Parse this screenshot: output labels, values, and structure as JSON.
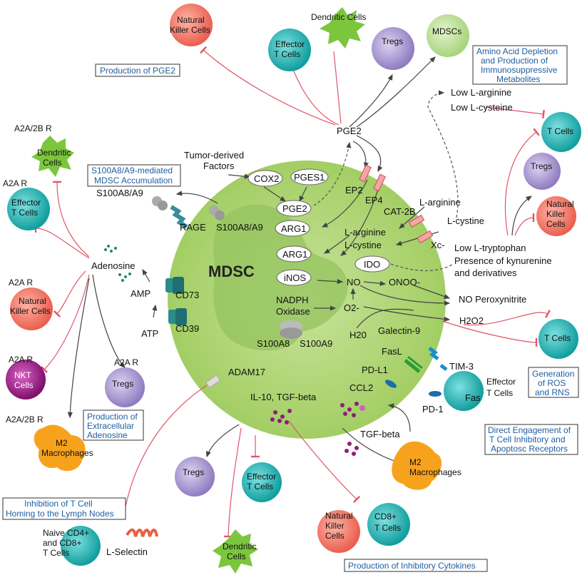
{
  "center": {
    "title": "MDSC"
  },
  "captions": {
    "pge2": "Production of PGE2",
    "amino_1": "Amino Acid Depletion",
    "amino_2": "and Production of",
    "amino_3": "Immunosuppressive",
    "amino_4": "Metabolites",
    "s100_1": "S100A8/A9-mediated",
    "s100_2": "MDSC Accumulation",
    "adenosine_1": "Production of",
    "adenosine_2": "Extracellular",
    "adenosine_3": "Adenosine",
    "homing_1": "Inhibition of T Cell",
    "homing_2": "Homing to the Lymph Nodes",
    "ros_1": "Generation",
    "ros_2": "of ROS",
    "ros_3": "and RNS",
    "direct_1": "Direct Engagement of",
    "direct_2": "T Cell Inhibitory and",
    "direct_3": "Apoptosc Receptors",
    "cytokines": "Production of Inhibitory Cytokines"
  },
  "cells": {
    "nk_top": [
      "Natural",
      "Killer Cells"
    ],
    "dc_top": [
      "Dendritic Cells"
    ],
    "eff_top": [
      "Effector",
      "T Cells"
    ],
    "tregs_top": [
      "Tregs"
    ],
    "mdscs_top": [
      "MDSCs"
    ],
    "tcells_right": [
      "T Cells"
    ],
    "tregs_right": [
      "Tregs"
    ],
    "nk_right": [
      "Natural",
      "Killer",
      "Cells"
    ],
    "tcells_ros": [
      "T Cells"
    ],
    "eff_right": [
      "Effector",
      "T Cells"
    ],
    "m2_right": [
      "M2",
      "Macrophages"
    ],
    "cd8": [
      "CD8+",
      "T Cells"
    ],
    "nk_bottom": [
      "Natural",
      "Killer",
      "Cells"
    ],
    "dc_bottom": [
      "Dendritic",
      "Cells"
    ],
    "eff_bottom": [
      "Effector",
      "T Cells"
    ],
    "tregs_bottom": [
      "Tregs"
    ],
    "naive": [
      "Naive CD4+",
      "and CD8+",
      "T Cells"
    ],
    "m2_left": [
      "M2",
      "Macrophages"
    ],
    "tregs_left": [
      "Tregs"
    ],
    "nkt": [
      "NKT",
      "Cells"
    ],
    "nk_left": [
      "Natural",
      "Killer Cells"
    ],
    "eff_left": [
      "Effector",
      "T Cells"
    ],
    "dc_left": [
      "Dendritic",
      "Cells"
    ]
  },
  "receptors": {
    "a2a2b_dc": "A2A/2B R",
    "a2a_eff": "A2A R",
    "a2a_nk": "A2A R",
    "a2a_nkt": "A2A R",
    "a2a_tregs": "A2A R",
    "a2a2b_m2": "A2A/2B R"
  },
  "labels": {
    "pge2_top": "PGE2",
    "tumor_factors_1": "Tumor-derived",
    "tumor_factors_2": "Factors",
    "cox2": "COX2",
    "pges1": "PGES1",
    "pge2_in": "PGE2",
    "arg1_a": "ARG1",
    "arg1_b": "ARG1",
    "inos": "iNOS",
    "ido": "IDO",
    "ep2": "EP2",
    "ep4": "EP4",
    "s100a8a9_out": "S100A8/A9",
    "s100a8a9_in": "S100A8/A9",
    "rage": "RAGE",
    "adenosine": "Adenosine",
    "amp": "AMP",
    "atp": "ATP",
    "cd73": "CD73",
    "cd39": "CD39",
    "low_larg": "Low L-arginine",
    "low_lcys": "Low L-cysteine",
    "larg_out": "L-arginine",
    "cat2b": "CAT-2B",
    "lcystine": "L-cystine",
    "larg_in": "L-arginine",
    "lcys_in": "L-cystine",
    "xc": "Xc-",
    "low_ltryp": "Low L-tryptophan",
    "kyn_1": "Presence of kynurenine",
    "kyn_2": "and derivatives",
    "no": "NO",
    "onoo": "ONOO-",
    "no_perox": "NO Peroxynitrite",
    "nadph_1": "NADPH",
    "nadph_2": "Oxidase",
    "o2": "O2-",
    "h2o2": "H2O2",
    "h2o": "H20",
    "s100a8": "S100A8",
    "s100a9": "S100A9",
    "galectin9": "Galectin-9",
    "fasl": "FasL",
    "tim3": "TIM-3",
    "pdl1": "PD-L1",
    "pd1": "PD-1",
    "fas": "Fas",
    "adam17": "ADAM17",
    "il10": "IL-10, TGF-beta",
    "ccl2": "CCL2",
    "tgfb": "TGF-beta",
    "lselectin": "L-Selectin"
  },
  "colors": {
    "mdsc": "#b5d77a",
    "nucleus": "#98c462",
    "nk": "#f07a6a",
    "dc": "#7cc63e",
    "teal": "#1fb3b3",
    "tregs": "#a796cf",
    "mdscs_cell": "#bfe09a",
    "nkt": "#a01d8a",
    "m2": "#f7a21c",
    "inhibit": "#e0566a",
    "caption": "#1f5fa0"
  }
}
